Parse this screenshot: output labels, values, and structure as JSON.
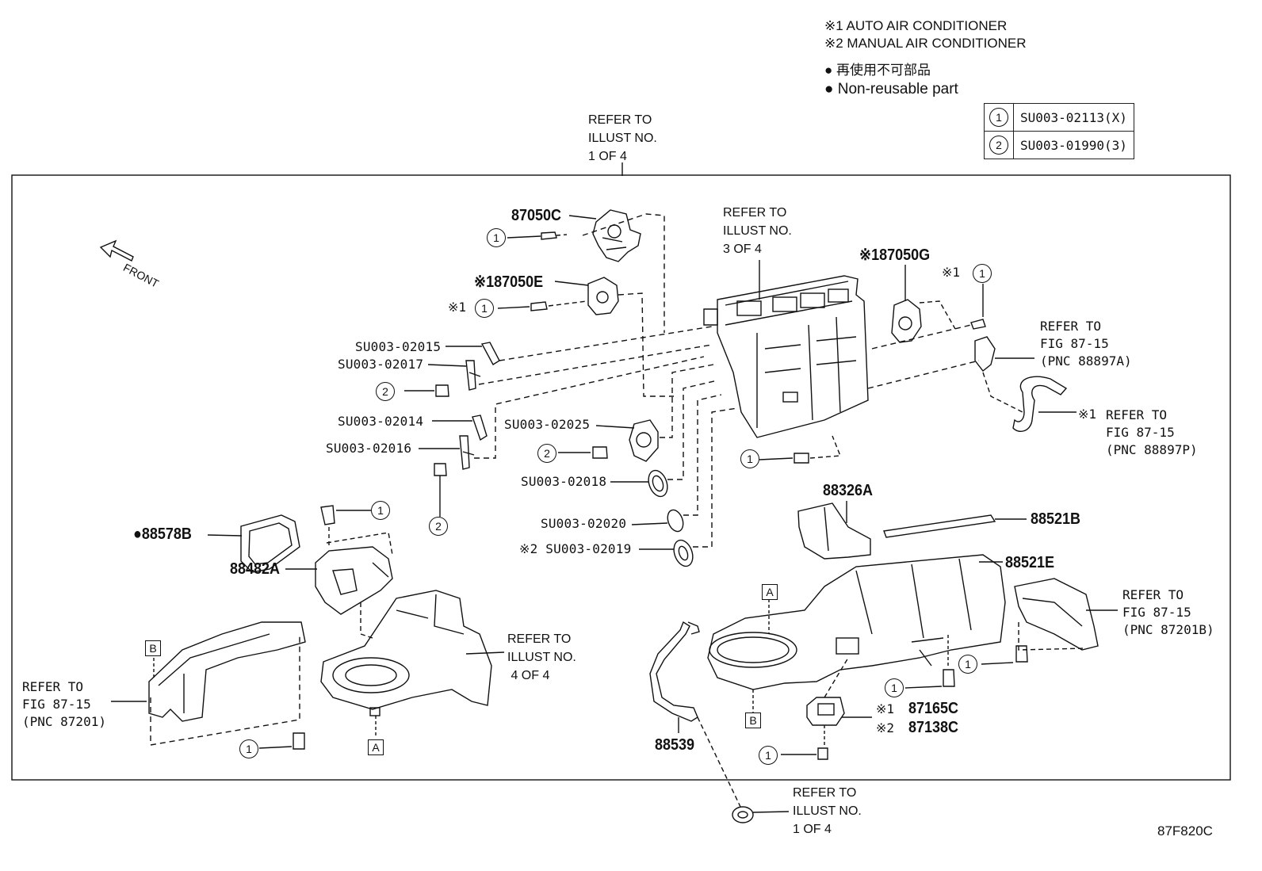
{
  "notes": {
    "note1": "※1 AUTO AIR CONDITIONER",
    "note2": "※2 MANUAL AIR CONDITIONER",
    "nonreusable_jp": "● 再使用不可部品",
    "nonreusable_en": "● Non-reusable part"
  },
  "legend": [
    {
      "num": "1",
      "code": "SU003-02113(X)"
    },
    {
      "num": "2",
      "code": "SU003-01990(3)"
    }
  ],
  "refs": {
    "top": "REFER TO\nILLUST NO.\n1 OF 4",
    "case": "REFER TO\nILLUST NO.\n3 OF 4",
    "fig_88897a": "REFER TO\nFIG 87-15\n(PNC 88897A)",
    "fig_88897p": "REFER TO\nFIG 87-15\n(PNC 88897P)",
    "fig_87201b": "REFER TO\nFIG 87-15\n(PNC 87201B)",
    "illust4": "REFER TO\nILLUST NO.\n 4 OF 4",
    "fig_87201": "REFER TO\nFIG 87-15\n(PNC 87201)",
    "bottom": "REFER TO\nILLUST NO.\n1 OF 4"
  },
  "front_label": "FRONT",
  "circ_one": "1",
  "circ_two": "2",
  "mark1": "※1",
  "mark2": "※2",
  "box_a": "A",
  "box_b": "B",
  "parts": {
    "p87050c": "87050C",
    "p87050e": "※187050E",
    "p87050g": "※187050G",
    "su02015": "SU003-02015",
    "su02017": "SU003-02017",
    "su02014": "SU003-02014",
    "su02016": "SU003-02016",
    "su02025": "SU003-02025",
    "su02018": "SU003-02018",
    "su02020": "SU003-02020",
    "su02019": "※2 SU003-02019",
    "p88578b": "●88578B",
    "p88482a": "88482A",
    "p88326a": "88326A",
    "p88521b": "88521B",
    "p88521e": "88521E",
    "p87165c": "87165C",
    "p87138c": "87138C",
    "p88539": "88539"
  },
  "figure_code": "87F820C"
}
